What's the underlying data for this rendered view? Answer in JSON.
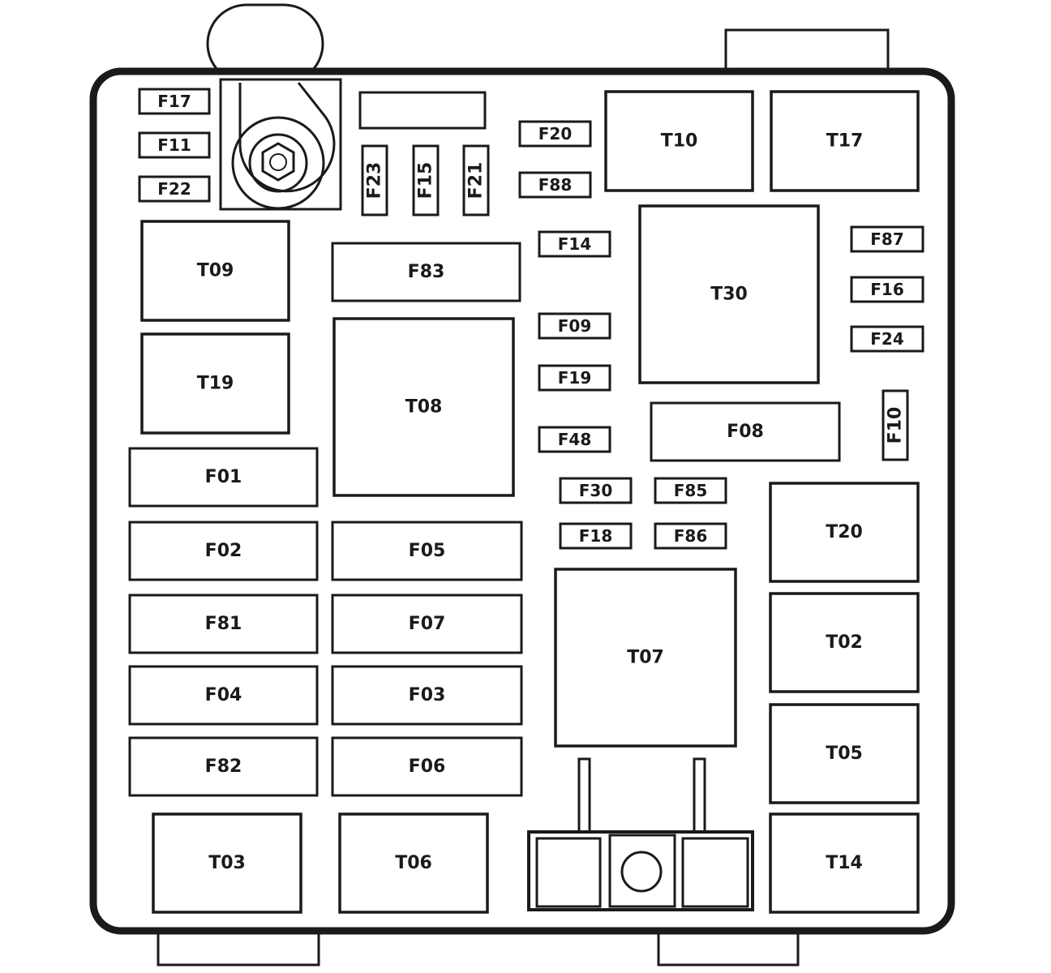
{
  "colors": {
    "stroke": "#1a1a1a",
    "fill": "#ffffff"
  },
  "fuses": [
    {
      "id": "f17",
      "label": "F17"
    },
    {
      "id": "f11",
      "label": "F11"
    },
    {
      "id": "f22",
      "label": "F22"
    },
    {
      "id": "f23",
      "label": "F23"
    },
    {
      "id": "f15",
      "label": "F15"
    },
    {
      "id": "f21",
      "label": "F21"
    },
    {
      "id": "f20",
      "label": "F20"
    },
    {
      "id": "f88",
      "label": "F88"
    },
    {
      "id": "f14",
      "label": "F14"
    },
    {
      "id": "f83",
      "label": "F83"
    },
    {
      "id": "f09",
      "label": "F09"
    },
    {
      "id": "f19",
      "label": "F19"
    },
    {
      "id": "f48",
      "label": "F48"
    },
    {
      "id": "f87",
      "label": "F87"
    },
    {
      "id": "f16",
      "label": "F16"
    },
    {
      "id": "f24",
      "label": "F24"
    },
    {
      "id": "f10",
      "label": "F10"
    },
    {
      "id": "f08",
      "label": "F08"
    },
    {
      "id": "f30",
      "label": "F30"
    },
    {
      "id": "f85",
      "label": "F85"
    },
    {
      "id": "f18",
      "label": "F18"
    },
    {
      "id": "f86",
      "label": "F86"
    },
    {
      "id": "f01",
      "label": "F01"
    },
    {
      "id": "f02",
      "label": "F02"
    },
    {
      "id": "f05",
      "label": "F05"
    },
    {
      "id": "f81",
      "label": "F81"
    },
    {
      "id": "f07",
      "label": "F07"
    },
    {
      "id": "f04",
      "label": "F04"
    },
    {
      "id": "f03",
      "label": "F03"
    },
    {
      "id": "f82",
      "label": "F82"
    },
    {
      "id": "f06",
      "label": "F06"
    }
  ],
  "relays": [
    {
      "id": "t10",
      "label": "T10"
    },
    {
      "id": "t17",
      "label": "T17"
    },
    {
      "id": "t09",
      "label": "T09"
    },
    {
      "id": "t30",
      "label": "T30"
    },
    {
      "id": "t19",
      "label": "T19"
    },
    {
      "id": "t08",
      "label": "T08"
    },
    {
      "id": "t20",
      "label": "T20"
    },
    {
      "id": "t07",
      "label": "T07"
    },
    {
      "id": "t02",
      "label": "T02"
    },
    {
      "id": "t05",
      "label": "T05"
    },
    {
      "id": "t03",
      "label": "T03"
    },
    {
      "id": "t06",
      "label": "T06"
    },
    {
      "id": "t14",
      "label": "T14"
    }
  ]
}
